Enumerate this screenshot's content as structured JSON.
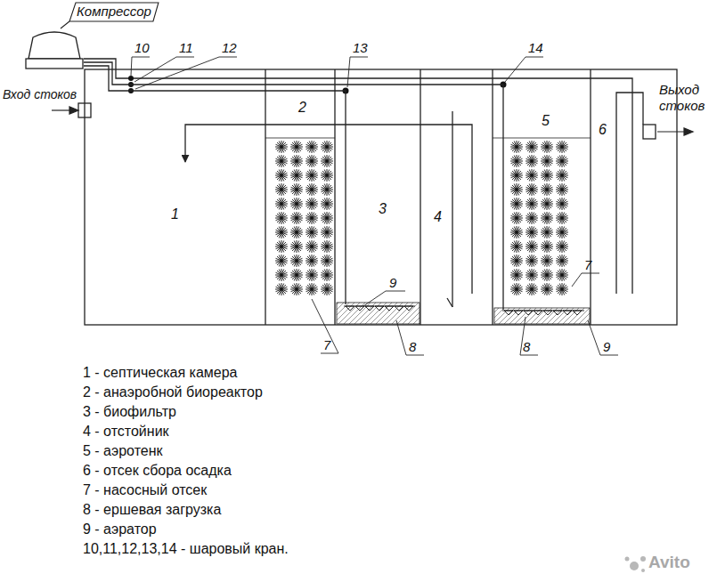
{
  "diagram": {
    "nodes": [
      {
        "text": [
          "Компрессор"
        ]
      },
      {
        "text": [
          "1"
        ]
      },
      {
        "text": [
          "2"
        ]
      },
      {
        "text": [
          "3"
        ]
      },
      {
        "text": [
          "4"
        ]
      },
      {
        "text": [
          "5"
        ]
      },
      {
        "text": [
          "6"
        ]
      }
    ],
    "edges": [
      {
        "from": 0,
        "to": 3,
        "arrow": "none"
      },
      {
        "from": 0,
        "to": 5,
        "arrow": "none"
      },
      {
        "from": 4,
        "to": 1,
        "arrow": "to"
      }
    ],
    "labels": [
      "Вход стоков",
      "Выход стоков",
      "10",
      "11",
      "12",
      "13",
      "14",
      "9",
      "7",
      "8",
      "8",
      "7",
      "9",
      "1 - септическая камера",
      "2 - анаэробной биореактор",
      "3 - биофильтр",
      "4 - отстойник",
      "5 - аэротенк",
      "6 - отсек сбора осадка",
      "7 - насосный отсек",
      "8 - ершевая загрузка",
      "9 - аэратор",
      "10,11,12,13,14 - шаровый кран.",
      "Avito"
    ]
  }
}
